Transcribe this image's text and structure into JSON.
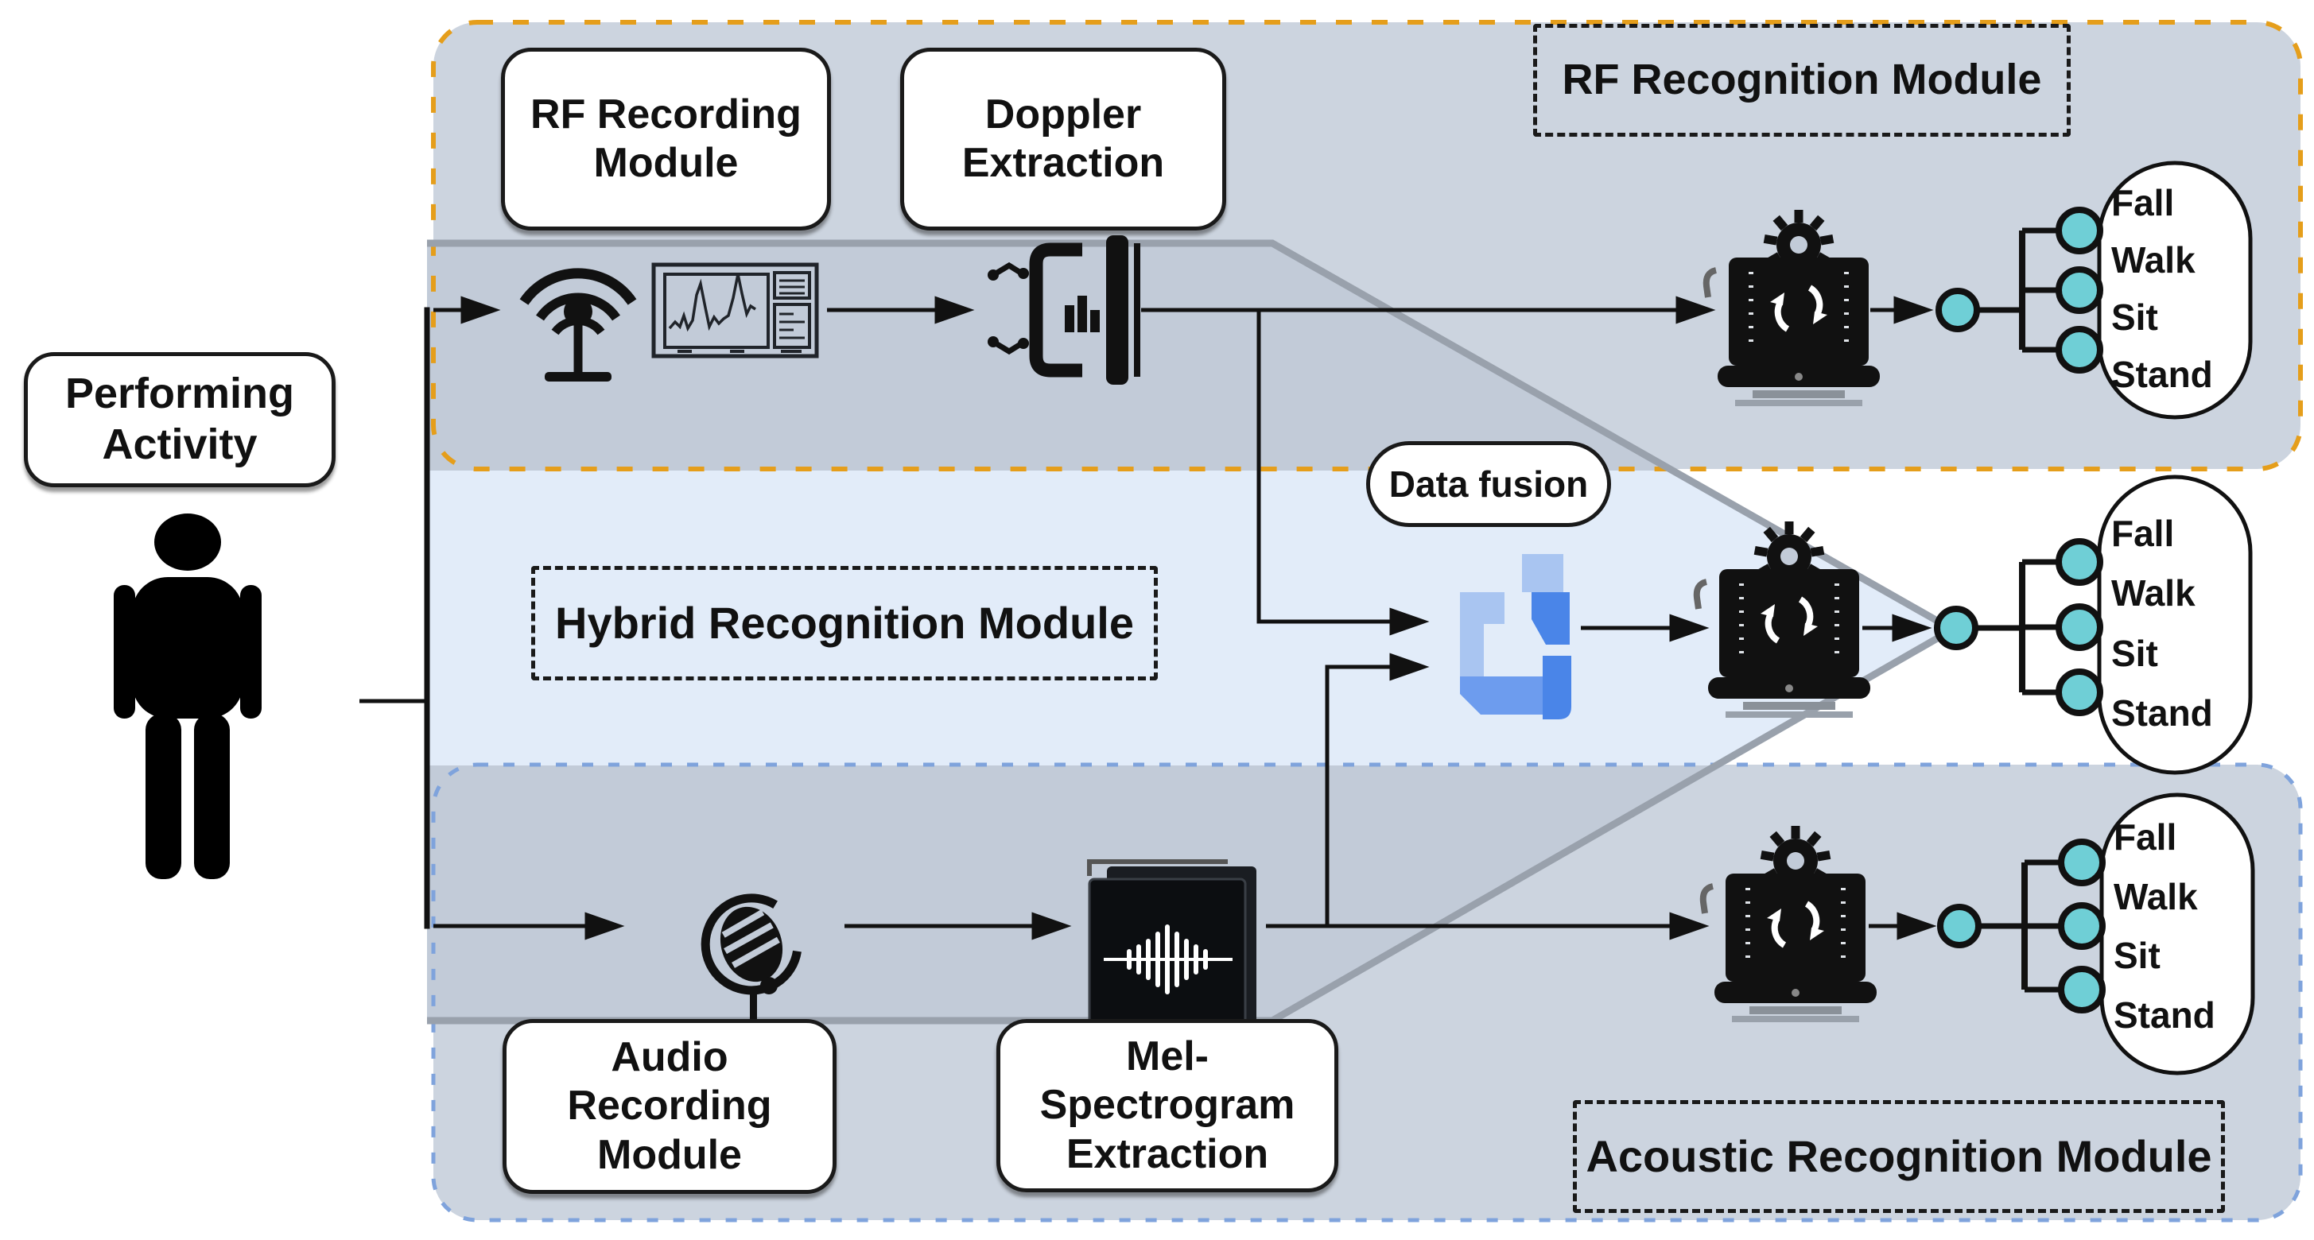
{
  "diagram": {
    "source_label": "Performing Activity",
    "modules": {
      "rf": {
        "title": "RF Recognition Module",
        "recording_box": "RF Recording Module",
        "extraction_box": "Doppler Extraction",
        "outputs": [
          "Fall",
          "Walk",
          "Sit",
          "Stand"
        ]
      },
      "hybrid": {
        "title": "Hybrid Recognition Module",
        "fusion_label": "Data fusion",
        "outputs": [
          "Fall",
          "Walk",
          "Sit",
          "Stand"
        ]
      },
      "acoustic": {
        "title": "Acoustic Recognition Module",
        "recording_box": "Audio Recording Module",
        "extraction_box": "Mel-Spectrogram Extraction",
        "outputs": [
          "Fall",
          "Walk",
          "Sit",
          "Stand"
        ]
      }
    },
    "icons": [
      "person-icon",
      "rf-antenna-icon",
      "signal-analyzer-icon",
      "doppler-circuit-icon",
      "machine-learning-laptop-icon",
      "data-fusion-icon",
      "microphone-icon",
      "mel-spectrogram-icon",
      "output-node",
      "class-node"
    ],
    "colors": {
      "rf_module_border": "#E59E1B",
      "acoustic_module_border": "#7FA3DC",
      "module_fill": "#CCD4DF",
      "band_fill": "#C2CBD8",
      "hybrid_fill": "#E2ECF9",
      "funnel_border": "#99A1AC",
      "node_fill": "#6FCFD6",
      "fusion_light_blue": "#A9C5F1",
      "fusion_mid_blue": "#6D9CEE",
      "fusion_dark_blue": "#4A85E8",
      "line_color": "#111111"
    }
  }
}
